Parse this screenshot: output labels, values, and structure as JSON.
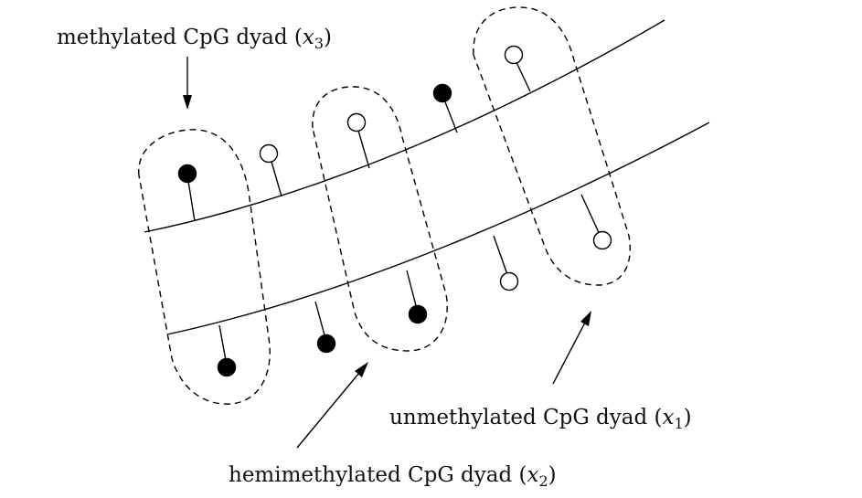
{
  "labels": {
    "methylated": {
      "text": "methylated CpG dyad (",
      "variable": "x",
      "subscript": "3",
      "close": ")"
    },
    "hemimethylated": {
      "text": "hemimethylated CpG dyad (",
      "variable": "x",
      "subscript": "2",
      "close": ")"
    },
    "unmethylated": {
      "text": "unmethylated CpG dyad (",
      "variable": "x",
      "subscript": "1",
      "close": ")"
    }
  },
  "colors": {
    "line": "#000000",
    "methylated_fill": "#000000",
    "unmethylated_fill": "#ffffff"
  },
  "sites": [
    {
      "strand": "top",
      "state": "methylated"
    },
    {
      "strand": "top",
      "state": "unmethylated"
    },
    {
      "strand": "top",
      "state": "unmethylated"
    },
    {
      "strand": "top",
      "state": "methylated"
    },
    {
      "strand": "top",
      "state": "unmethylated"
    },
    {
      "strand": "bottom",
      "state": "methylated"
    },
    {
      "strand": "bottom",
      "state": "methylated"
    },
    {
      "strand": "bottom",
      "state": "methylated"
    },
    {
      "strand": "bottom",
      "state": "unmethylated"
    },
    {
      "strand": "bottom",
      "state": "unmethylated"
    }
  ]
}
